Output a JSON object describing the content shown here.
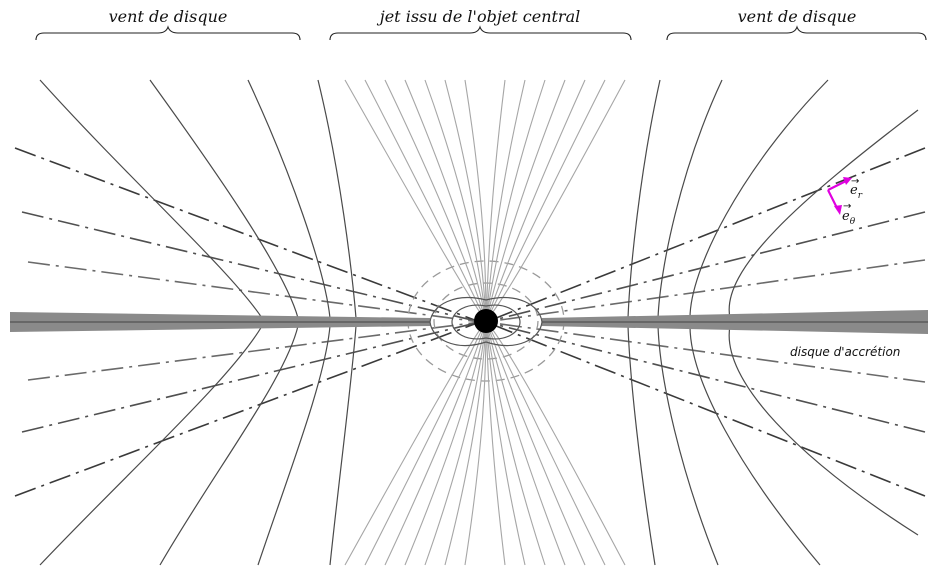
{
  "labels": {
    "left_region": "vent de disque",
    "center_region": "jet issu de l'objet central",
    "right_region": "vent de disque",
    "disk": "disque d'accrétion"
  },
  "vectors": {
    "er": {
      "symbol": "e",
      "sub": "r"
    },
    "etheta": {
      "symbol": "e",
      "sub": "θ"
    }
  },
  "colors": {
    "wind_lines": "#4a4a4a",
    "jet_lines": "#9a9a9a",
    "disk": "#8a8a8a",
    "vectors": "#e000e0",
    "central_object": "#000000"
  }
}
